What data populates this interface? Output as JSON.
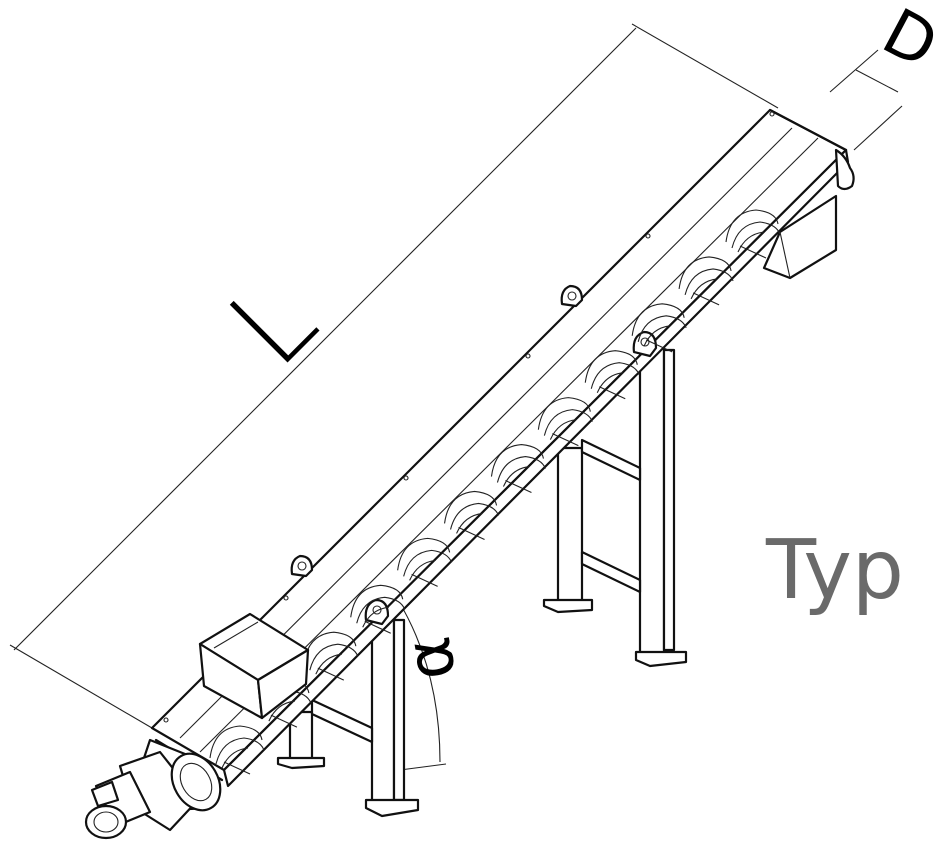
{
  "diagram": {
    "labels": {
      "length": "L",
      "diameter": "D",
      "angle": "α"
    },
    "watermark": "Typ",
    "colors": {
      "line": "#111111",
      "background": "#ffffff",
      "watermark": "#6a6a6a"
    },
    "flight_count": 12
  }
}
